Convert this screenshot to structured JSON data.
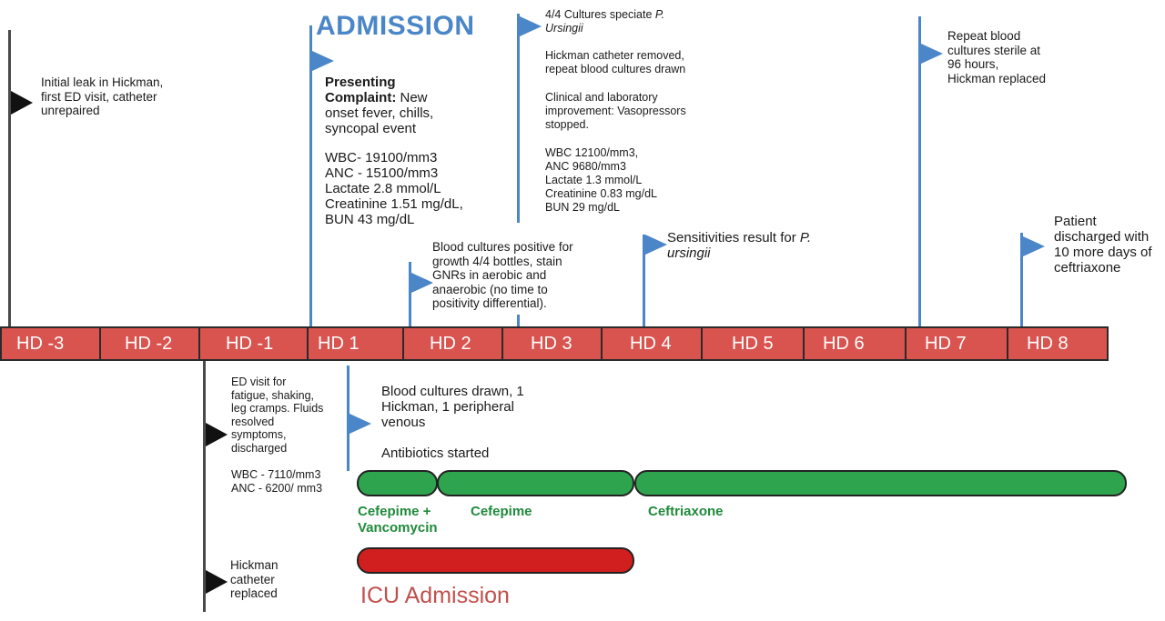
{
  "title": "ADMISSION",
  "hospital_days": [
    "HD -3",
    "HD -2",
    "HD -1",
    "HD 1",
    "HD 2",
    "HD 3",
    "HD 4",
    "HD 5",
    "HD 6",
    "HD 7",
    "HD 8"
  ],
  "upper_events": {
    "initial_leak": "Initial leak in Hickman,\nfirst ED visit, catheter\nunrepaired",
    "presenting_label": "Presenting\nComplaint:",
    "presenting_text": " New\nonset fever, chills,\nsyncopal event",
    "admission_labs": "WBC- 19100/mm3\nANC - 15100/mm3\nLactate 2.8 mmol/L\nCreatinine 1.51 mg/dL,\nBUN 43 mg/dL",
    "blood_cultures_positive": "Blood cultures positive for\ngrowth 4/4 bottles, stain\nGNRs in aerobic and\nanaerobic (no time to\npositivity differential).",
    "cultures_speciate": "4/4 Cultures speciate ",
    "species_1": "P.",
    "species_2": "Ursingii",
    "catheter_removed": "Hickman catheter removed,\nrepeat blood cultures drawn",
    "clinical_improvement": "Clinical and laboratory\nimprovement: Vasopressors\nstopped.",
    "hd3_labs": "WBC 12100/mm3,\nANC 9680/mm3\nLactate 1.3 mmol/L\nCreatinine 0.83 mg/dL\nBUN 29 mg/dL",
    "sensitivities": "Sensitivities result for ",
    "sensitivities_species_1": "P.",
    "sensitivities_species_2": "ursingii",
    "repeat_cultures": "Repeat blood\ncultures sterile at\n96 hours,\nHickman replaced",
    "discharged": "Patient\ndischarged with\n10 more days of\nceftriaxone"
  },
  "lower_events": {
    "ed_visit": "ED visit for\nfatigue, shaking,\nleg cramps. Fluids\nresolved\nsymptoms,\ndischarged",
    "ed_labs": "WBC - 7110/mm3\nANC - 6200/ mm3",
    "hickman_replaced": "Hickman\ncatheter\nreplaced",
    "blood_cultures_drawn": "Blood cultures drawn, 1\nHickman, 1 peripheral\nvenous",
    "antibiotics_started": "Antibiotics started"
  },
  "treatments": {
    "cefepime_vanco": "Cefepime +\nVancomycin",
    "cefepime": "Cefepime",
    "ceftriaxone": "Ceftriaxone",
    "icu": "ICU Admission"
  },
  "colors": {
    "hd_bar": "#d9534f",
    "flag_blue": "#4a86c8",
    "flag_black": "#111111",
    "antibiotic_green": "#2ea44f",
    "icu_red": "#d11f1f"
  }
}
